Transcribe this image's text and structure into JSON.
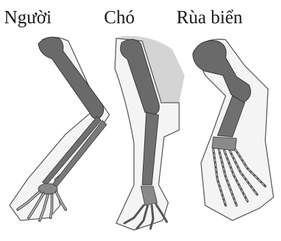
{
  "labels": {
    "human": "Người",
    "dog": "Chó",
    "turtle": "Rùa biển"
  }
}
